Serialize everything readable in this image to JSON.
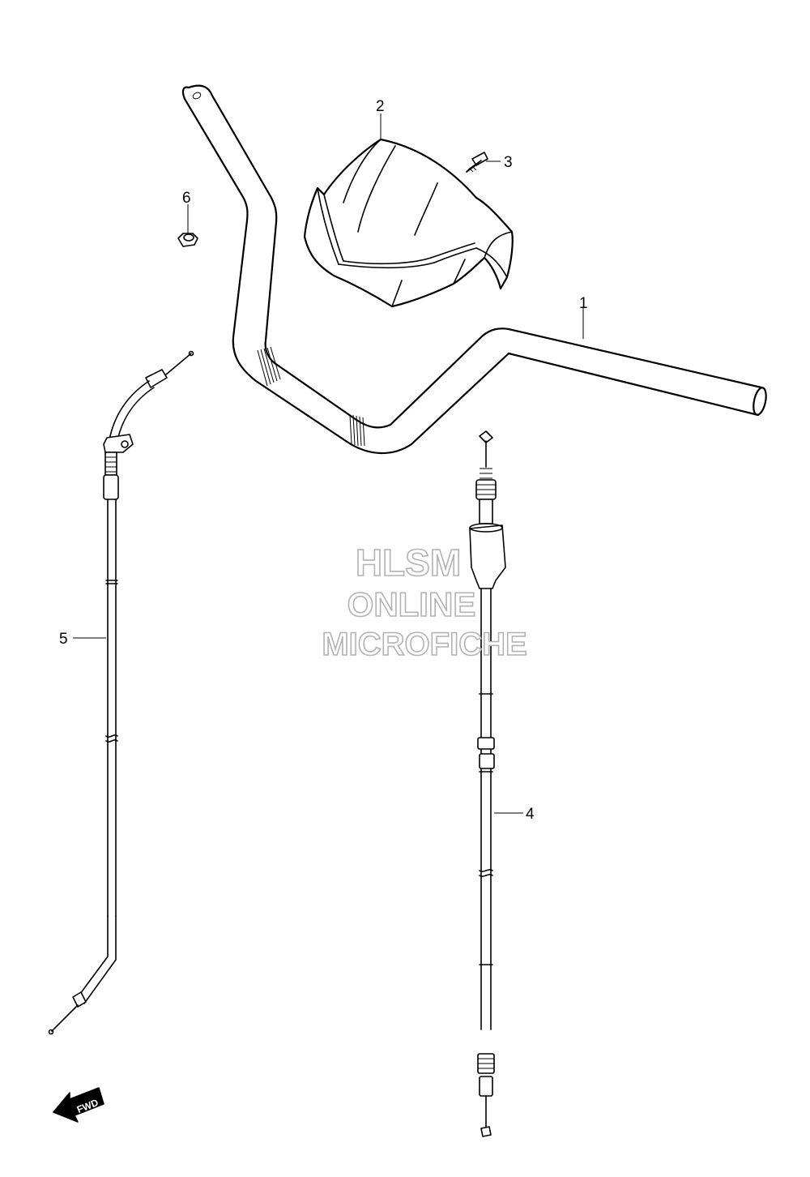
{
  "watermark": {
    "line1": "HLSM",
    "line2": "ONLINE",
    "line3": "MICROFICHE"
  },
  "callouts": [
    {
      "number": "1",
      "part": "handlebar"
    },
    {
      "number": "2",
      "part": "handlebar-cover"
    },
    {
      "number": "3",
      "part": "screw"
    },
    {
      "number": "4",
      "part": "clutch-cable"
    },
    {
      "number": "5",
      "part": "throttle-cable"
    },
    {
      "number": "6",
      "part": "nut"
    }
  ],
  "direction_arrow": {
    "label": "FWD"
  },
  "colors": {
    "line": "#000000",
    "background": "#ffffff",
    "watermark_outline": "#b3b3b3",
    "arrow_fill": "#000000"
  }
}
